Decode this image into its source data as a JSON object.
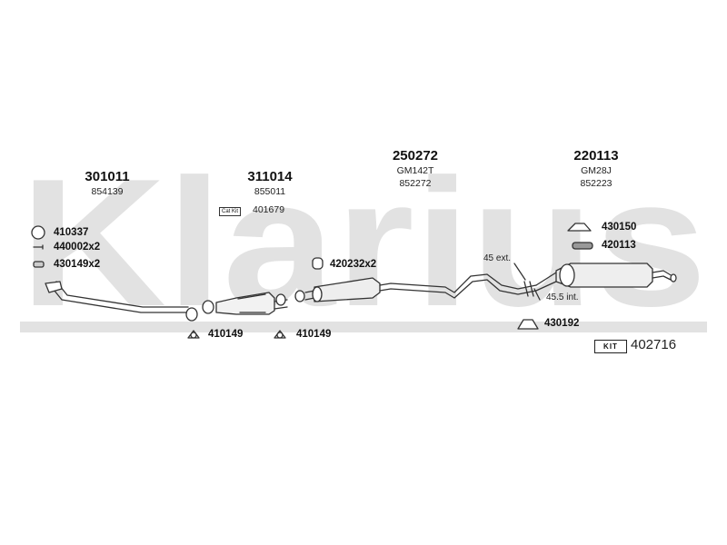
{
  "watermark": "Klarius",
  "sections": [
    {
      "id": "front-pipe",
      "part_number": "301011",
      "sub_number": "854139"
    },
    {
      "id": "catalytic-converter",
      "part_number": "311014",
      "sub_number": "855011"
    },
    {
      "id": "middle-silencer",
      "part_number": "250272",
      "model_code": "GM142T",
      "sub_number": "852272"
    },
    {
      "id": "rear-silencer",
      "part_number": "220113",
      "model_code": "GM28J",
      "sub_number": "852223"
    }
  ],
  "cat_kit": {
    "label": "Cat Kit",
    "number": "401679"
  },
  "fittings": {
    "gasket_ring": "410337",
    "bolt": "440002x2",
    "clamp": "430149x2",
    "gasket_left": "410149",
    "gasket_right": "410149",
    "hanger_mid": "420232x2",
    "hanger_rear_top": "430150",
    "hanger_rear_mid": "420113",
    "hanger_rear_bottom": "430192"
  },
  "notes": {
    "ext": "45 ext.",
    "int": "45.5 int."
  },
  "kit": {
    "label": "KIT",
    "number": "402716"
  }
}
